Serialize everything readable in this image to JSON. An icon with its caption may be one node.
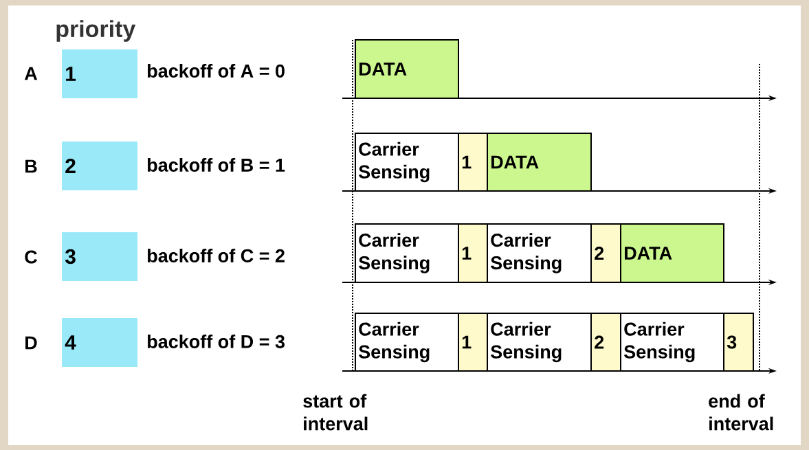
{
  "diagram": {
    "nodes": [
      {
        "text": [
          "1"
        ]
      },
      {
        "text": [
          "DATA"
        ]
      },
      {
        "text": [
          "2"
        ]
      },
      {
        "text": [
          "Carrier Sensing"
        ]
      },
      {
        "text": [
          "1"
        ]
      },
      {
        "text": [
          "DATA"
        ]
      },
      {
        "text": [
          "3"
        ]
      },
      {
        "text": [
          "Carrier Sensing"
        ]
      },
      {
        "text": [
          "1"
        ]
      },
      {
        "text": [
          "Carrier Sensing"
        ]
      },
      {
        "text": [
          "2"
        ]
      },
      {
        "text": [
          "DATA"
        ]
      },
      {
        "text": [
          "4"
        ]
      },
      {
        "text": [
          "Carrier Sensing"
        ]
      },
      {
        "text": [
          "1"
        ]
      },
      {
        "text": [
          "Carrier Sensing"
        ]
      },
      {
        "text": [
          "2"
        ]
      },
      {
        "text": [
          "Carrier Sensing"
        ]
      },
      {
        "text": [
          "3"
        ]
      }
    ],
    "labels": [
      "priority",
      "A",
      "backoff of A = 0",
      "B",
      "backoff of B = 1",
      "C",
      "backoff of C = 2",
      "D",
      "backoff of D = 3",
      "start of interval",
      "end of interval"
    ]
  }
}
